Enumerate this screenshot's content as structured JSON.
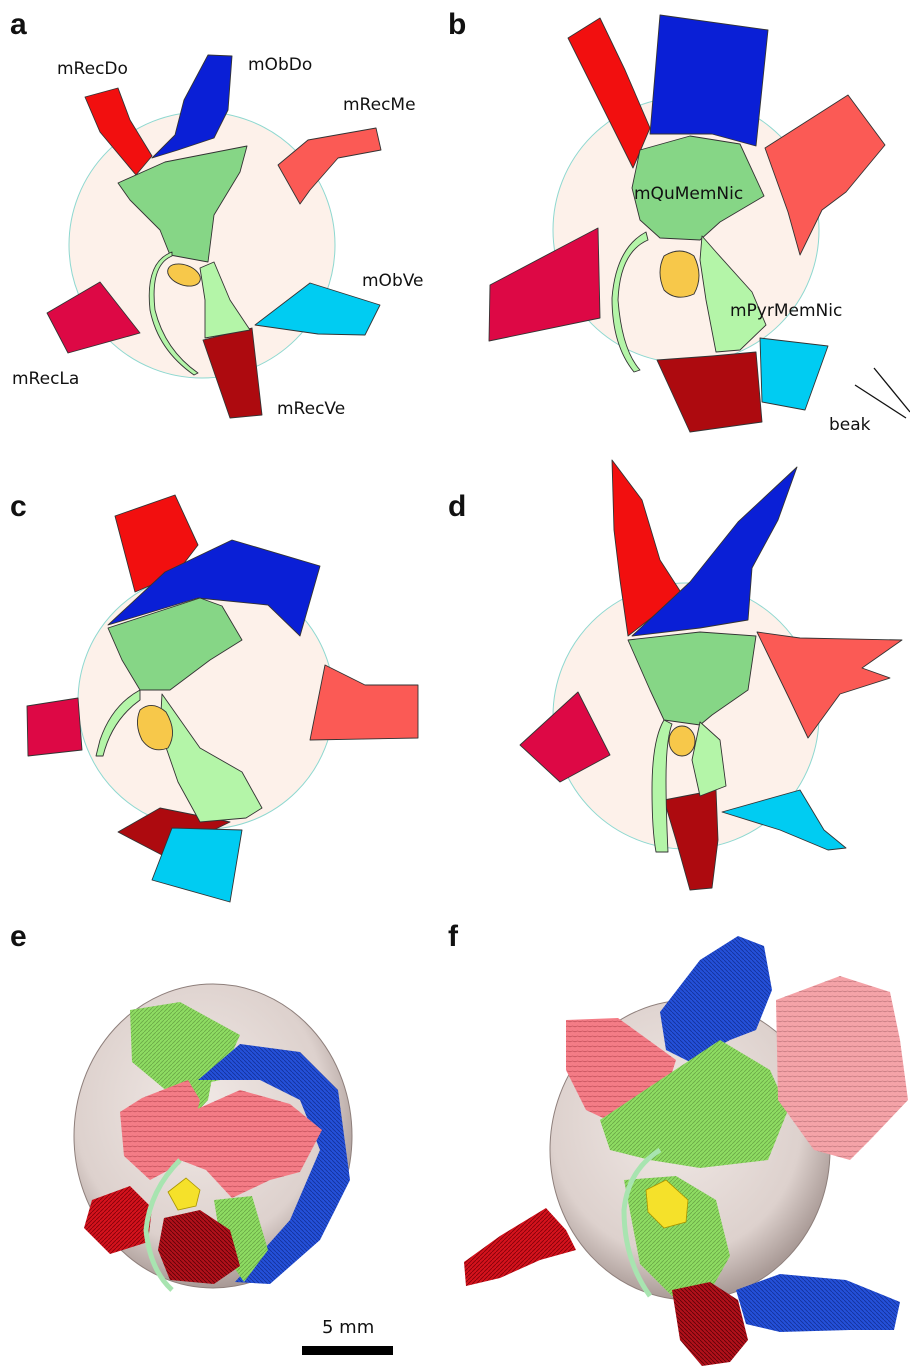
{
  "panels": [
    {
      "letter": "a"
    },
    {
      "letter": "b"
    },
    {
      "letter": "c"
    },
    {
      "letter": "d"
    },
    {
      "letter": "e"
    },
    {
      "letter": "f"
    }
  ],
  "labels": {
    "mRecDo": "mRecDo",
    "mObDo": "mObDo",
    "mRecMe": "mRecMe",
    "mObVe": "mObVe",
    "mRecLa": "mRecLa",
    "mRecVe": "mRecVe",
    "mQuMemNic": "mQuMemNic",
    "mPyrMemNic": "mPyrMemNic",
    "beak": "beak"
  },
  "scale_bar": {
    "label": "5 mm"
  },
  "colors": {
    "mRecDo": "#f20f0f",
    "mObDo": "#0a1fd6",
    "mRecMe": "#fb5a55",
    "mObVe": "#00ccf2",
    "mRecLa": "#dd0845",
    "mRecVe": "#ad0a0f",
    "mQuMemNic": "#86d686",
    "mPyrMemNic": "#b4f5a8",
    "optic_nerve": "#f7c84a",
    "eyeball": "#fdf1ea",
    "eyeball_outline": "#8ed8d0",
    "render_eyeball": "#e7dcd8",
    "render_green": "#8edc62",
    "render_blue": "#1f4fd8",
    "render_pink": "#f56a7a",
    "render_red": "#c8101a",
    "render_yellow": "#f5e12a"
  }
}
